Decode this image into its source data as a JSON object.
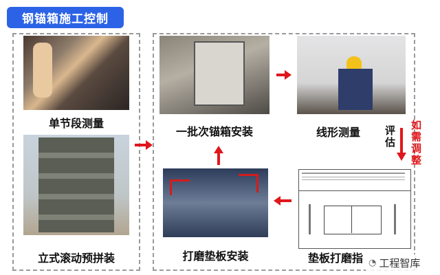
{
  "title": "钢锚箱施工控制",
  "steps": {
    "segment_measure": "单节段测量",
    "vertical_preassembly": "立式滚动预拼装",
    "batch_install": "一批次锚箱安装",
    "alignment_measure": "线形测量",
    "shim_grinding_guide": "垫板打磨指",
    "shim_install": "打磨垫板安装"
  },
  "evaluate_label": "评估",
  "adjust_label": "如需调整",
  "watermark": "工程智库",
  "colors": {
    "title_bg": "#2c63e6",
    "arrow": "#e0161b",
    "adjust_text": "#e0161b"
  }
}
